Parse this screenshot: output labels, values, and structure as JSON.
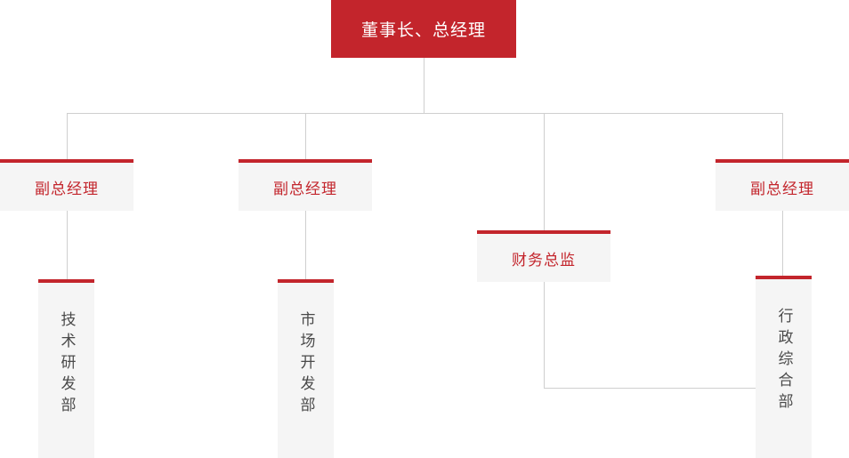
{
  "chart": {
    "title_text": "董事长、总经理",
    "colors": {
      "brand_red": "#c3252c",
      "box_gray": "#f5f5f5",
      "line_gray": "#cfcfcf",
      "dept_text": "#4a4a4a",
      "title_text": "#ffffff"
    },
    "levels": {
      "level1": {
        "node": {
          "label": "董事长、总经理"
        }
      },
      "level2": {
        "nodes": [
          {
            "label": "副总经理"
          },
          {
            "label": "副总经理"
          },
          {
            "label": "财务总监"
          },
          {
            "label": "副总经理"
          }
        ]
      },
      "level3": {
        "nodes": [
          {
            "label": "技术研发部"
          },
          {
            "label": "市场开发部"
          },
          {
            "label": "行政综合部"
          }
        ]
      }
    }
  }
}
